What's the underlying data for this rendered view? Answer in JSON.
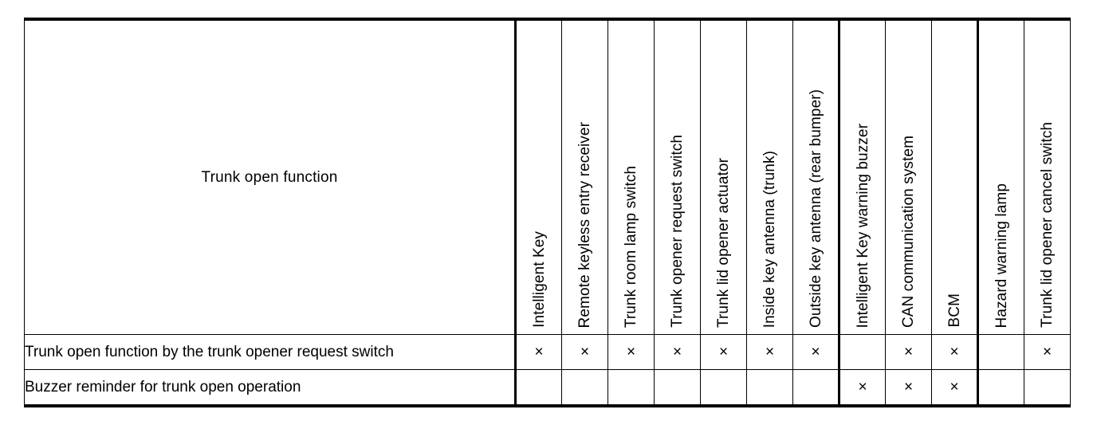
{
  "table": {
    "corner_label": "Trunk open function",
    "mark_symbol": "×",
    "group_breaks_after_column_index": [
      6,
      9
    ],
    "columns": [
      {
        "label": "Intelligent Key"
      },
      {
        "label": "Remote keyless entry receiver"
      },
      {
        "label": "Trunk room lamp switch"
      },
      {
        "label": "Trunk opener request switch"
      },
      {
        "label": "Trunk lid opener actuator"
      },
      {
        "label": "Inside key antenna (trunk)"
      },
      {
        "label": "Outside key antenna (rear bumper)"
      },
      {
        "label": "Intelligent Key warning buzzer"
      },
      {
        "label": "CAN communication system"
      },
      {
        "label": "BCM"
      },
      {
        "label": "Hazard warning lamp"
      },
      {
        "label": "Trunk lid opener cancel switch"
      }
    ],
    "rows": [
      {
        "label": "Trunk open function by the trunk opener request switch",
        "marks": [
          "×",
          "×",
          "×",
          "×",
          "×",
          "×",
          "×",
          "",
          "×",
          "×",
          "",
          "×"
        ]
      },
      {
        "label": "Buzzer reminder for trunk open operation",
        "marks": [
          "",
          "",
          "",
          "",
          "",
          "",
          "",
          "×",
          "×",
          "×",
          "",
          ""
        ]
      }
    ]
  },
  "colors": {
    "ink": "#000000",
    "paper": "#ffffff"
  }
}
